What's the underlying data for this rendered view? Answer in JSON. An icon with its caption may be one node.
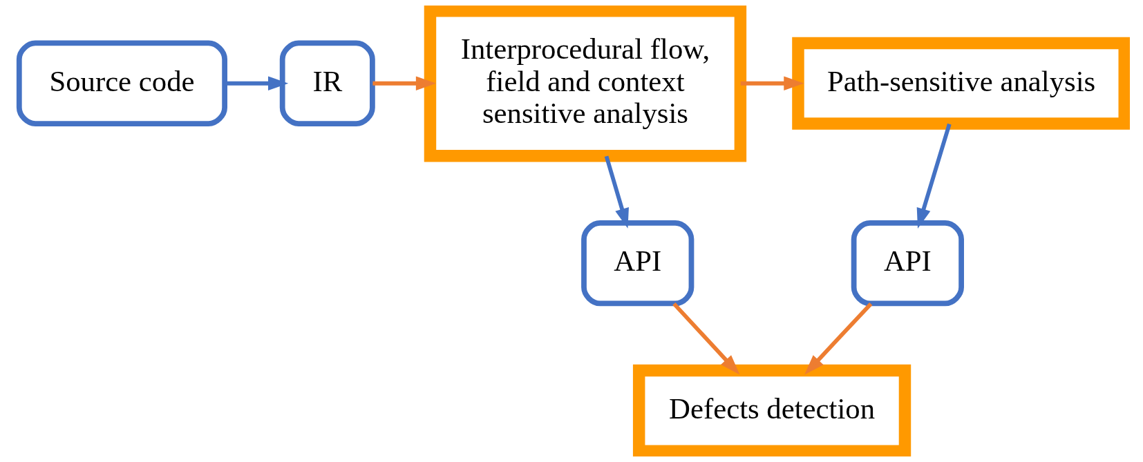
{
  "diagram": {
    "nodes": [
      {
        "text": [
          "Source code"
        ]
      },
      {
        "text": [
          "IR"
        ]
      },
      {
        "text": [
          "Interprocedural flow, field and context sensitive analysis"
        ]
      },
      {
        "text": [
          "Path-sensitive analysis"
        ]
      },
      {
        "text": [
          "API"
        ]
      },
      {
        "text": [
          "API"
        ]
      },
      {
        "text": [
          "Defects detection"
        ]
      }
    ],
    "edges": [
      {
        "from": 0,
        "to": 1,
        "arrow": "to",
        "color": "#4472c4"
      },
      {
        "from": 1,
        "to": 2,
        "arrow": "to"
      },
      {
        "from": 2,
        "to": 3,
        "arrow": "to"
      },
      {
        "from": 2,
        "to": 4,
        "arrow": "to",
        "color": "#4472c4"
      },
      {
        "from": 3,
        "to": 5,
        "arrow": "to",
        "color": "#4472c4"
      },
      {
        "from": 4,
        "to": 6,
        "arrow": "to"
      },
      {
        "from": 5,
        "to": 6,
        "arrow": "to"
      }
    ]
  }
}
